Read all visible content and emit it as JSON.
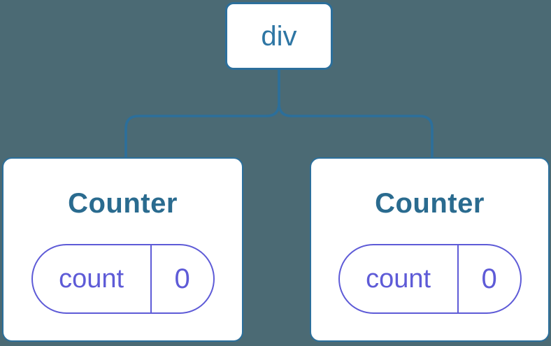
{
  "diagram": {
    "root": {
      "label": "div"
    },
    "children": [
      {
        "title": "Counter",
        "state": {
          "name": "count",
          "value": "0"
        }
      },
      {
        "title": "Counter",
        "state": {
          "name": "count",
          "value": "0"
        }
      }
    ]
  },
  "colors": {
    "background": "#4b6a74",
    "accent_blue_stroke": "#2c6f9b",
    "root_label_blue": "#2e76a4",
    "title_blue": "#2a6b8f",
    "state_purple": "#5e5bd7",
    "node_fill": "#ffffff"
  }
}
